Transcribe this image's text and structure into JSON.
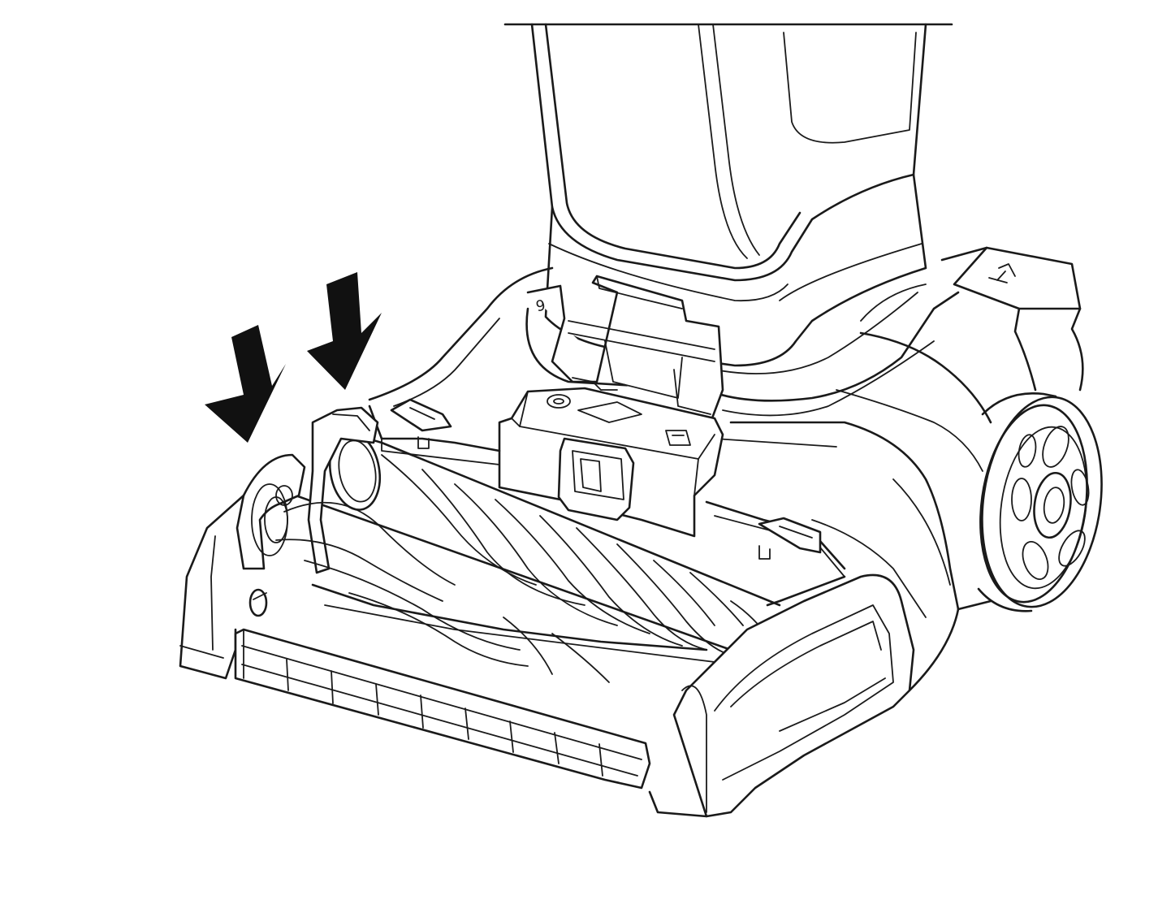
{
  "illustration": {
    "subject": "carpet-cleaner-nozzle-brushroll-install",
    "arrows": [
      {
        "direction": "down"
      },
      {
        "direction": "down"
      }
    ],
    "part_marking": "9",
    "colors": {
      "line": "#1a1a1a",
      "arrow": "#111111",
      "background": "#ffffff"
    }
  }
}
